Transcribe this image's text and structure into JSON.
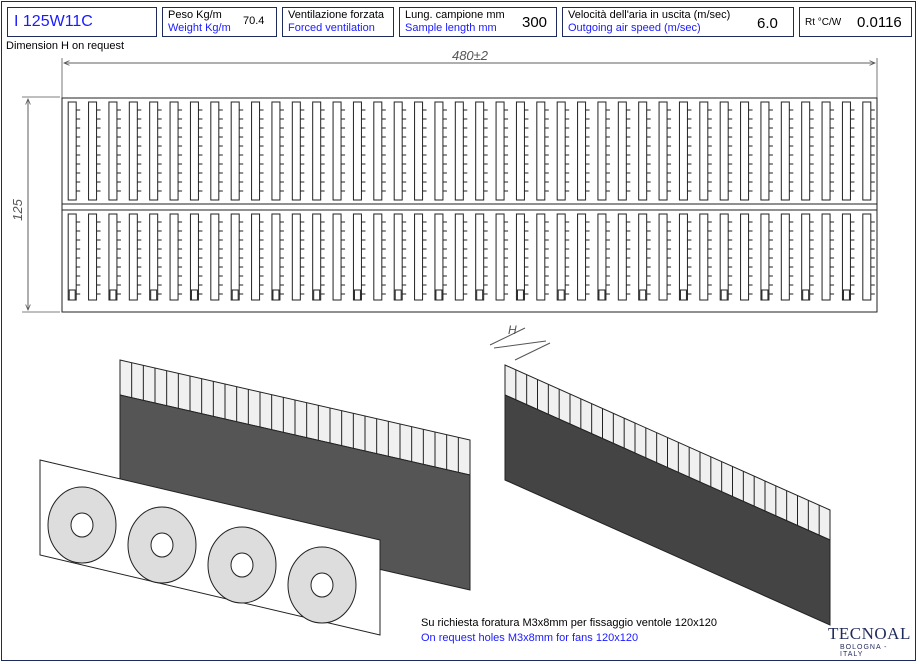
{
  "header": {
    "code": "I 125W11C",
    "weight": {
      "label_it": "Peso Kg/m",
      "label_en": "Weight Kg/m",
      "value": "70.4"
    },
    "ventilation": {
      "label_it": "Ventilazione forzata",
      "label_en": "Forced ventilation"
    },
    "length": {
      "label_it": "Lung. campione mm",
      "label_en": "Sample length mm",
      "value": "300"
    },
    "speed": {
      "label_it": "Velocità dell'aria in uscita (m/sec)",
      "label_en": "Outgoing air speed (m/sec)",
      "value": "6.0"
    },
    "rt": {
      "label": "Rt °C/W",
      "value": "0.0116"
    }
  },
  "notes": {
    "dimension_h": "Dimension H on request",
    "drilling_it": "Su richiesta foratura M3x8mm per fissaggio ventole 120x120",
    "drilling_en": "On request holes M3x8mm for fans 120x120"
  },
  "drawing": {
    "width_dim": "480±2",
    "height_dim": "125",
    "h_label": "H",
    "fin_count": 40
  },
  "logo": {
    "brand": "TECNOAL",
    "city": "BOLOGNA - ITALY"
  },
  "colors": {
    "border": "#1f2a5c",
    "accent": "#1a1aff",
    "line": "#222222"
  }
}
